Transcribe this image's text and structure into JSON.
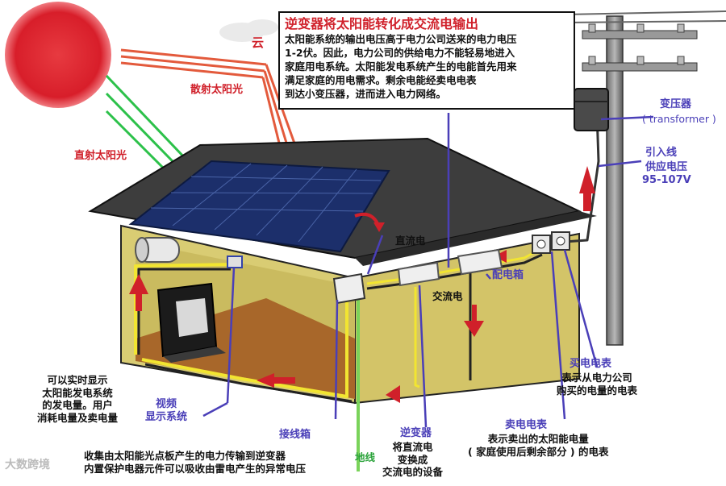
{
  "info": {
    "title": "逆变器将太阳能转化成交流电输出",
    "body": "太阳能系统的输出电压高于电力公司送来的电力电压\n1-2伏。因此，电力公司的供给电力不能轻易地进入\n家庭用电系统。太阳能发电系统产生的电能首先用来\n满足家庭的用电需求。剩余电能经卖电电表\n到达小变压器，进而进入电力网络。"
  },
  "labels": {
    "cloud": "云",
    "scattered": "散射太阳光",
    "direct": "直射太阳光",
    "dc": "直流电",
    "ac": "交流电",
    "distribution_box": "配电箱",
    "transformer_cn": "变压器",
    "transformer_en": "( transformer )",
    "service_line": "引入线",
    "supply_voltage": "供应电压",
    "voltage_range": "95-107V",
    "buy_meter_title": "买电电表",
    "buy_meter_desc": "表示从电力公司\n购买的电量的电表",
    "sell_meter_title": "卖电电表",
    "sell_meter_desc": "表示卖出的太阳能电量\n( 家庭使用后剩余部分 ) 的电表",
    "display_desc": "可以实时显示\n太阳能发电系统\n的发电量。用户\n消耗电量及卖电量",
    "video_display": "视频\n显示系统",
    "junction_box": "接线箱",
    "ground": "地线",
    "inverter_title": "逆变器",
    "inverter_desc": "将直流电\n变换成\n交流电的设备",
    "bottom_note": "收集由太阳能光点板产生的电力传输到逆变器\n内置保护电器元件可以吸收由雷电产生的异常电压",
    "watermark": "大数跨境"
  },
  "colors": {
    "sun": "#e2262f",
    "roof": "#3d3d3d",
    "wall": "#d9cc73",
    "floor": "#a8672a",
    "panel": "#1c2f6b",
    "label_red": "#d0202a",
    "label_blue": "#4a3fb8",
    "wire_yellow": "#f2e531",
    "wire_green": "#7ad35a",
    "arrow_red": "#d0202a"
  }
}
